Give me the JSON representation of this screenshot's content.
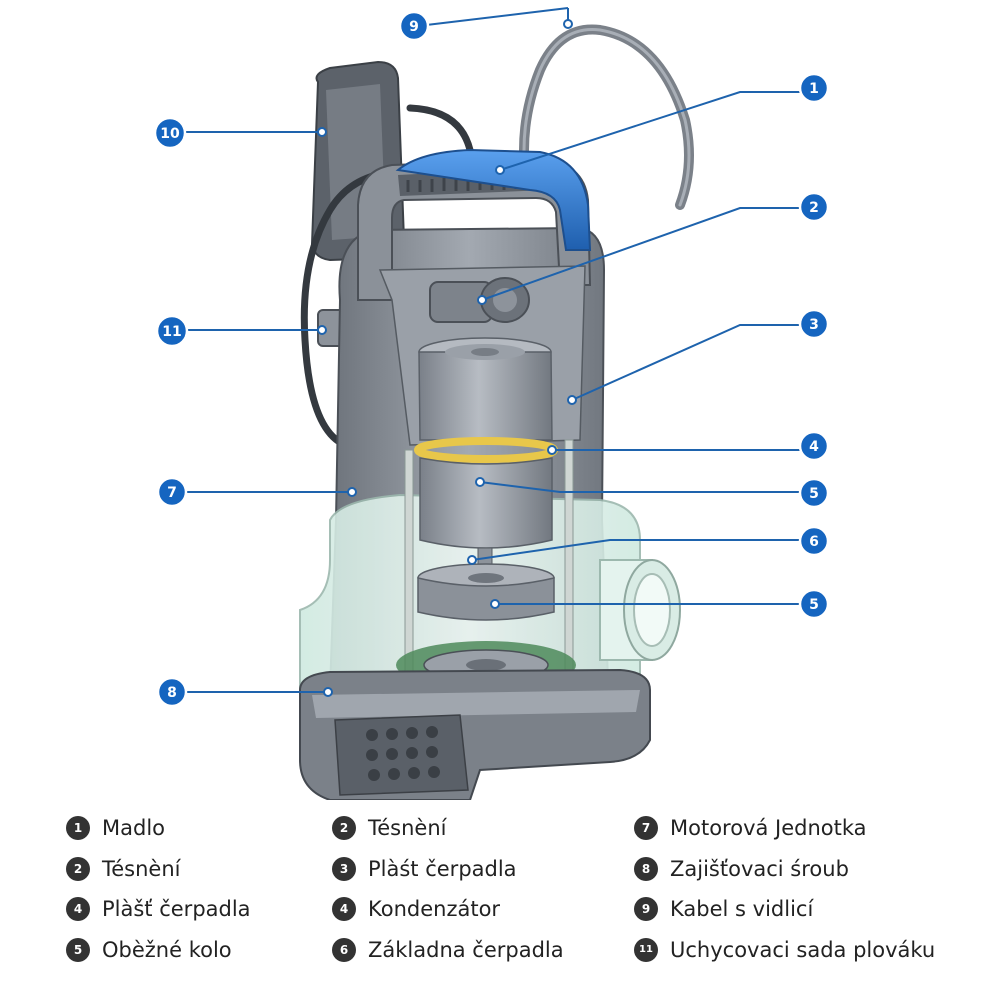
{
  "callouts": [
    {
      "number": "1"
    },
    {
      "number": "2"
    },
    {
      "number": "3"
    },
    {
      "number": "4"
    },
    {
      "number": "5"
    },
    {
      "number": "5"
    },
    {
      "number": "6"
    },
    {
      "number": "7"
    },
    {
      "number": "8"
    },
    {
      "number": "9"
    },
    {
      "number": "10"
    },
    {
      "number": "11"
    }
  ],
  "legend": {
    "columns": [
      [
        {
          "number": "1",
          "label": "Madlo"
        },
        {
          "number": "2",
          "label": "Tésnèní"
        },
        {
          "number": "4",
          "label": "Plàšť čerpadla"
        },
        {
          "number": "5",
          "label": "Obèžné kolo"
        }
      ],
      [
        {
          "number": "2",
          "label": "Tésnèní"
        },
        {
          "number": "3",
          "label": "Plàśt čerpadla"
        },
        {
          "number": "4",
          "label": "Kondenzátor"
        },
        {
          "number": "6",
          "label": "Základna čerpadla"
        }
      ],
      [
        {
          "number": "7",
          "label": "Motorová Jednotka"
        },
        {
          "number": "8",
          "label": "Zajišťovaci śroub"
        },
        {
          "number": "9",
          "label": "Kabel s vidlicí"
        },
        {
          "number": "11",
          "label": "Uchycovaci sada plováku"
        }
      ]
    ]
  },
  "colors": {
    "accent": "#1565c0",
    "handle_top": "#2f6fc0",
    "housing": "#8d939b",
    "housing_dark": "#5c626a",
    "glass": "#dff2ec",
    "gasket": "#e8c74a",
    "impeller": "#5f8d5a"
  }
}
